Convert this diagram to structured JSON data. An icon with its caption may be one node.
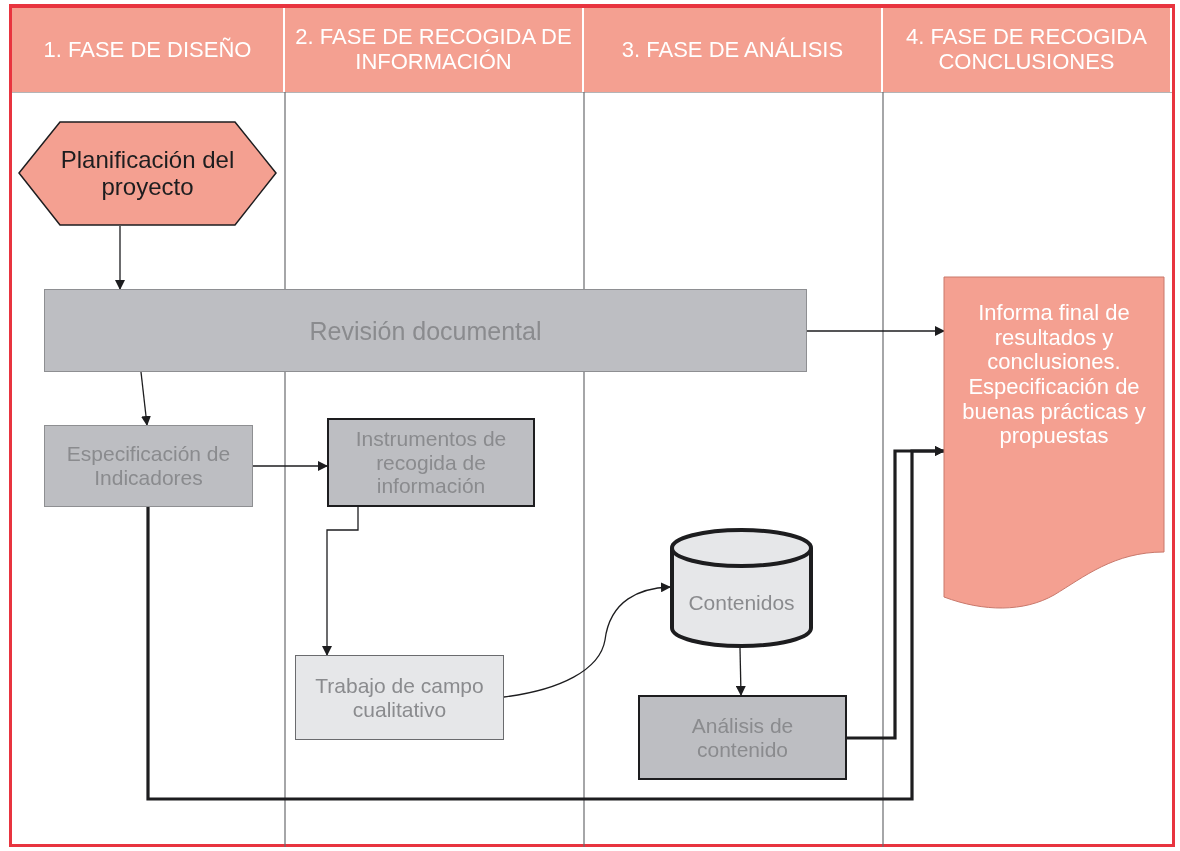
{
  "diagram": {
    "nodes": [
      {
        "text": [
          "1. FASE DE DISEÑO"
        ]
      },
      {
        "text": [
          "2. FASE DE RECOGIDA DE INFORMACIÓN"
        ]
      },
      {
        "text": [
          "3. FASE DE ANÁLISIS"
        ]
      },
      {
        "text": [
          "4. FASE DE RECOGIDA CONCLUSIONES"
        ]
      },
      {
        "text": [
          "Planificación del proyecto"
        ]
      },
      {
        "text": [
          "Revisión documental"
        ]
      },
      {
        "text": [
          "Informa final de resultados y conclusiones. Especificación de buenas prácticas y propuestas"
        ]
      },
      {
        "text": [
          "Especificación de Indicadores"
        ]
      },
      {
        "text": [
          "Instrumentos de recogida de información"
        ]
      },
      {
        "text": [
          "Contenidos"
        ]
      },
      {
        "text": [
          "Trabajo de campo cualitativo"
        ]
      },
      {
        "text": [
          "Análisis de contenido"
        ]
      }
    ],
    "edges": [
      {
        "from": 4,
        "to": 5,
        "arrow": "to"
      },
      {
        "from": 5,
        "to": 6,
        "arrow": "to"
      },
      {
        "from": 5,
        "to": 7,
        "arrow": "to"
      },
      {
        "from": 7,
        "to": 8,
        "arrow": "to"
      },
      {
        "from": 8,
        "to": 10,
        "arrow": "to"
      },
      {
        "from": 10,
        "to": 9,
        "arrow": "to"
      },
      {
        "from": 9,
        "to": 11,
        "arrow": "to"
      },
      {
        "from": 11,
        "to": 6,
        "arrow": "to",
        "style": "thick"
      },
      {
        "from": 7,
        "to": 6,
        "arrow": "to",
        "style": "thick"
      }
    ]
  }
}
